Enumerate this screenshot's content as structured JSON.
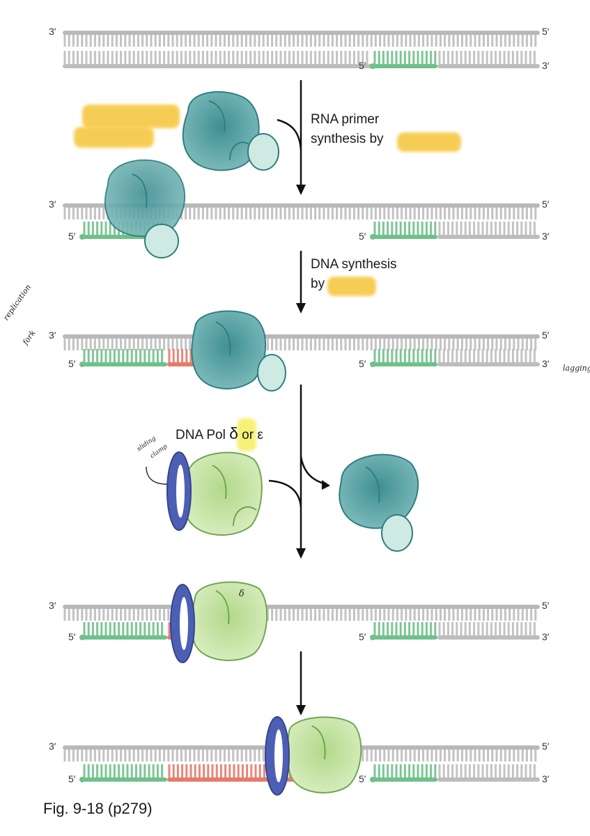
{
  "strand_ends": {
    "three": "3′",
    "five": "5′"
  },
  "steps": {
    "s1": "RNA primer",
    "s1b": "synthesis by",
    "s2": "DNA synthesis",
    "s2b": "by"
  },
  "enzyme_label": {
    "prefix": "DNA Pol ",
    "delta": "δ",
    "or": " or ε"
  },
  "handwritten": {
    "fork_1": "replication",
    "fork_2": "fork",
    "lagging": "lagging",
    "clamp_1": "sliding",
    "clamp_2": "clamp",
    "delta_mark": "δ"
  },
  "caption": "Fig. 9-18 (p279)",
  "colors": {
    "template": "#bdbdbd",
    "rna_primer": "#6fc08a",
    "new_dna": "#e47b6c",
    "primase": "#5fa5a6",
    "polymerase": "#c7e3a4",
    "clamp": "#4d5fb5",
    "highlight": "#f6c842"
  }
}
